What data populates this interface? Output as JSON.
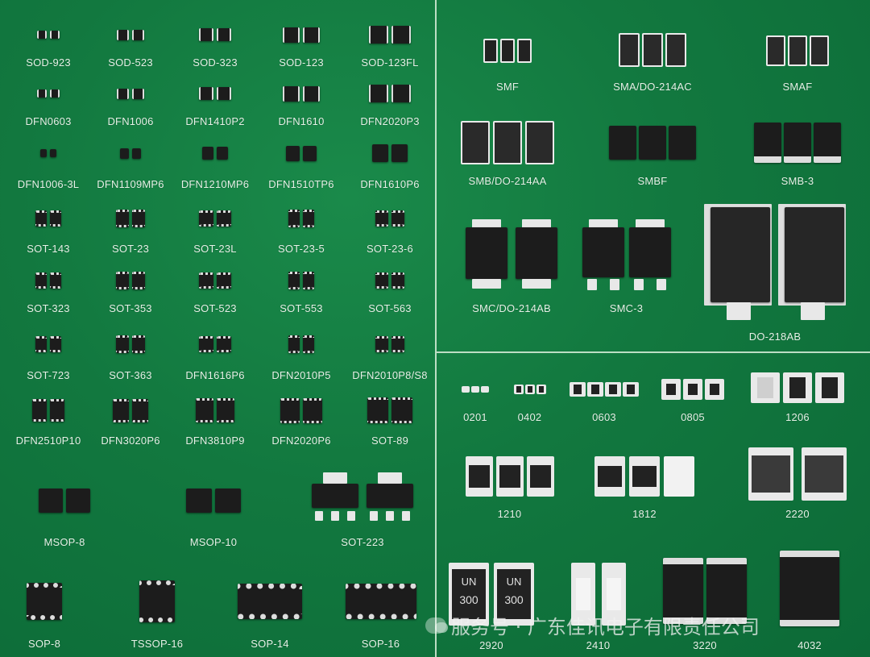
{
  "left_panel": {
    "rows": [
      [
        "SOD-923",
        "SOD-523",
        "SOD-323",
        "SOD-123",
        "SOD-123FL"
      ],
      [
        "DFN0603",
        "DFN1006",
        "DFN1410P2",
        "DFN1610",
        "DFN2020P3"
      ],
      [
        "DFN1006-3L",
        "DFN1109MP6",
        "DFN1210MP6",
        "DFN1510TP6",
        "DFN1610P6"
      ],
      [
        "SOT-143",
        "SOT-23",
        "SOT-23L",
        "SOT-23-5",
        "SOT-23-6"
      ],
      [
        "SOT-323",
        "SOT-353",
        "SOT-523",
        "SOT-553",
        "SOT-563"
      ],
      [
        "SOT-723",
        "SOT-363",
        "DFN1616P6",
        "DFN2010P5",
        "DFN2010P8/S8"
      ],
      [
        "DFN2510P10",
        "DFN3020P6",
        "DFN3810P9",
        "DFN2020P6",
        "SOT-89"
      ]
    ],
    "large": [
      "MSOP-8",
      "MSOP-10",
      "SOT-223"
    ],
    "bottom": [
      "SOP-8",
      "TSSOP-16",
      "SOP-14",
      "SOP-16"
    ]
  },
  "right_top": {
    "row1": [
      "SMF",
      "SMA/DO-214AC",
      "SMAF"
    ],
    "row2": [
      "SMB/DO-214AA",
      "SMBF",
      "SMB-3"
    ],
    "row3": [
      "SMC/DO-214AB",
      "SMC-3",
      "DO-218AB"
    ]
  },
  "right_bottom": {
    "row1": [
      "0201",
      "0402",
      "0603",
      "0805",
      "1206"
    ],
    "row2": [
      "1210",
      "1812",
      "2220"
    ],
    "row3": [
      "2920",
      "2410",
      "3220",
      "4032"
    ],
    "marking_line1": "UN",
    "marking_line2": "300"
  },
  "watermark": "服务号 · 广东佳讯电子有限责任公司"
}
